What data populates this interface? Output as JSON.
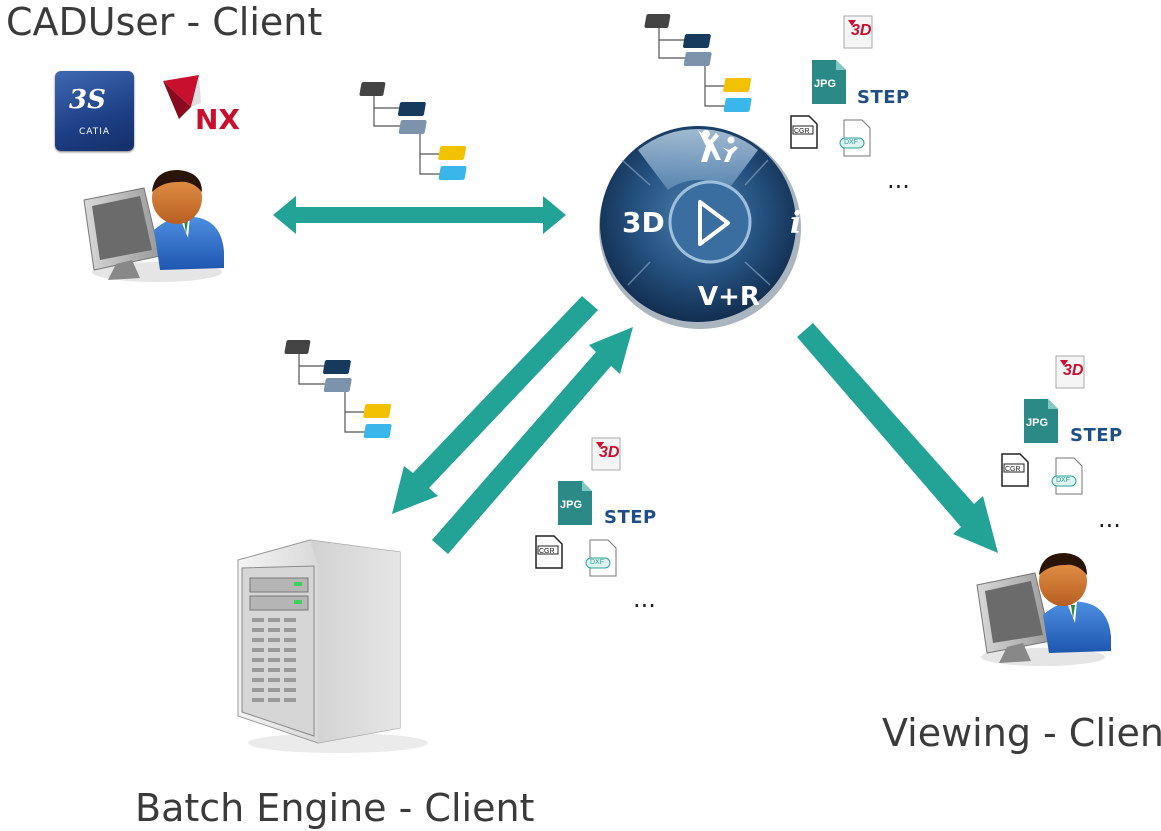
{
  "labels": {
    "cad_client": "CADUser - Client",
    "batch_client": "Batch Engine - Client",
    "viewing_client": "Viewing - Client"
  },
  "apps": {
    "catia": "CATIA",
    "nx": "NX"
  },
  "platform": {
    "segments": [
      "3D",
      "V+R",
      "i"
    ],
    "center": "play-icon",
    "top": "compass-people-icon"
  },
  "formats": {
    "jpg": "JPG",
    "step": "STEP",
    "cgr": "CGR",
    "dxf": "DXF",
    "pdf": "3D",
    "ellipsis": "..."
  },
  "colors": {
    "arrow": "#22a396",
    "navy": "#1e3d6b",
    "folder_yellow": "#f2c200",
    "folder_cyan": "#39b6ea",
    "label_text": "#3b3b3b"
  }
}
